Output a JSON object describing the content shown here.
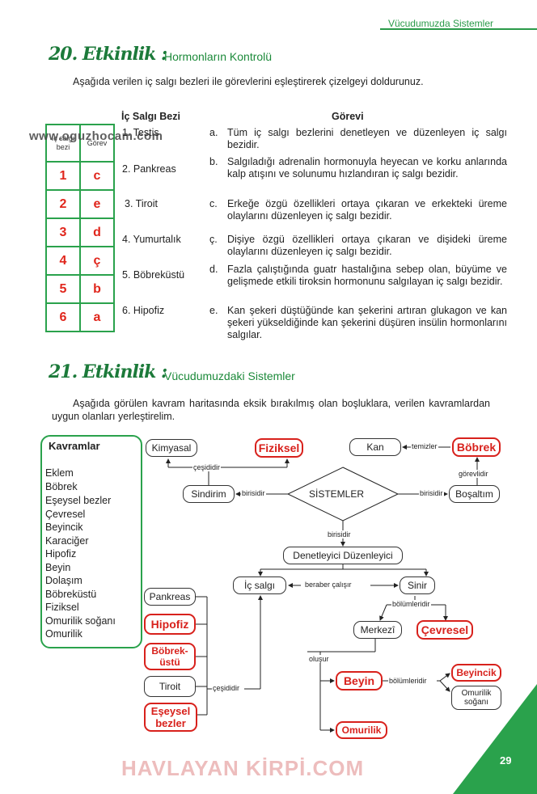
{
  "header": {
    "title": "Vücudumuzda Sistemler"
  },
  "activity20": {
    "number": "20. Etkinlik :",
    "title": "Hormonların Kontrolü",
    "instruction": "Aşağıda verilen iç salgı bezleri ile görevlerini eşleştirerek çizelgeyi doldurunuz.",
    "col_gland": "İç Salgı Bezi",
    "col_task": "Görevi",
    "table_head_1": "İç salgı bezi",
    "table_head_2": "Görev",
    "rows": [
      {
        "no": "1",
        "ans": "c"
      },
      {
        "no": "2",
        "ans": "e"
      },
      {
        "no": "3",
        "ans": "d"
      },
      {
        "no": "4",
        "ans": "ç"
      },
      {
        "no": "5",
        "ans": "b"
      },
      {
        "no": "6",
        "ans": "a"
      }
    ],
    "glands": [
      "1. Testis",
      "2. Pankreas",
      "3. Tiroit",
      "4. Yumurtalık",
      "5. Böbreküstü",
      "6. Hipofiz"
    ],
    "tasks": [
      {
        "letter": "a.",
        "text": "Tüm iç salgı bezlerini denetleyen ve düzenleyen iç salgı bezidir."
      },
      {
        "letter": "b.",
        "text": "Salgıladığı adrenalin hormonuyla heyecan ve korku anlarında kalp atışını ve solunumu hızlandıran iç salgı bezidir."
      },
      {
        "letter": "c.",
        "text": "Erkeğe özgü özellikleri ortaya çıkaran ve erkekteki üreme olaylarını düzenleyen iç salgı bezidir."
      },
      {
        "letter": "ç.",
        "text": "Dişiye özgü özellikleri ortaya çıkaran ve dişideki üreme olaylarını düzenleyen iç salgı bezidir."
      },
      {
        "letter": "d.",
        "text": "Fazla çalıştığında guatr hastalığına sebep olan, büyüme ve gelişmede etkili tiroksin hormonunu salgılayan iç salgı bezidir."
      },
      {
        "letter": "e.",
        "text": "Kan şekeri düştüğünde kan şekerini artıran glukagon ve kan şekeri yükseldiğinde kan şekerini düşüren insülin hormonlarını salgılar."
      }
    ],
    "watermark": "www.oguzhocam.com"
  },
  "activity21": {
    "number": "21. Etkinlik :",
    "title": "Vücudumuzdaki Sistemler",
    "instruction": "Aşağıda görülen kavram haritasında eksik bırakılmış olan boşluklara, verilen kavramlardan uygun olanları yerleştirelim.",
    "concepts_title": "Kavramlar",
    "concepts": [
      "Eklem",
      "Böbrek",
      "Eşeysel bezler",
      "Çevresel",
      "Beyincik",
      "Karaciğer",
      "Hipofiz",
      "Beyin",
      "Dolaşım",
      "Böbreküstü",
      "Fiziksel",
      "Omurilik soğanı",
      "Omurilik"
    ]
  },
  "map": {
    "kimyasal": "Kimyasal",
    "fiziksel": "Fiziksel",
    "cesididir_top": "çeşididir",
    "sindirim": "Sindirim",
    "birisidir_left": "birisidir",
    "sistemler": "SİSTEMLER",
    "birisidir_right": "birisidir",
    "bosaltim": "Boşaltım",
    "gorevlidir": "görevlidir",
    "bobrek": "Böbrek",
    "temizler": "temizler",
    "kan": "Kan",
    "birisidir_down": "birisidir",
    "denetleyici": "Denetleyici Düzenleyici",
    "ic_salgi": "İç salgı",
    "beraber": "beraber çalışır",
    "sinir": "Sinir",
    "bolumleridir_1": "bölümleridir",
    "merkezi": "Merkezî",
    "cevresel": "Çevresel",
    "pankreas": "Pankreas",
    "hipofiz": "Hipofiz",
    "bobrekustu_1": "Böbrek-",
    "bobrekustu_2": "üstü",
    "tiroit": "Tiroit",
    "eseysel_1": "Eşeysel",
    "eseysel_2": "bezler",
    "cesididir_bottom": "çeşididir",
    "olusur": "oluşur",
    "beyin": "Beyin",
    "bolumleridir_2": "bölümleridir",
    "beyincik": "Beyincik",
    "omurilik_sogani_1": "Omurilik",
    "omurilik_sogani_2": "soğanı",
    "omurilik": "Omurilik"
  },
  "footer": {
    "page": "29",
    "brand": "HAVLAYAN KİRPİ.COM"
  },
  "colors": {
    "green": "#2aa24c",
    "red": "#d8211c",
    "dark_green": "#1c7a3a"
  }
}
